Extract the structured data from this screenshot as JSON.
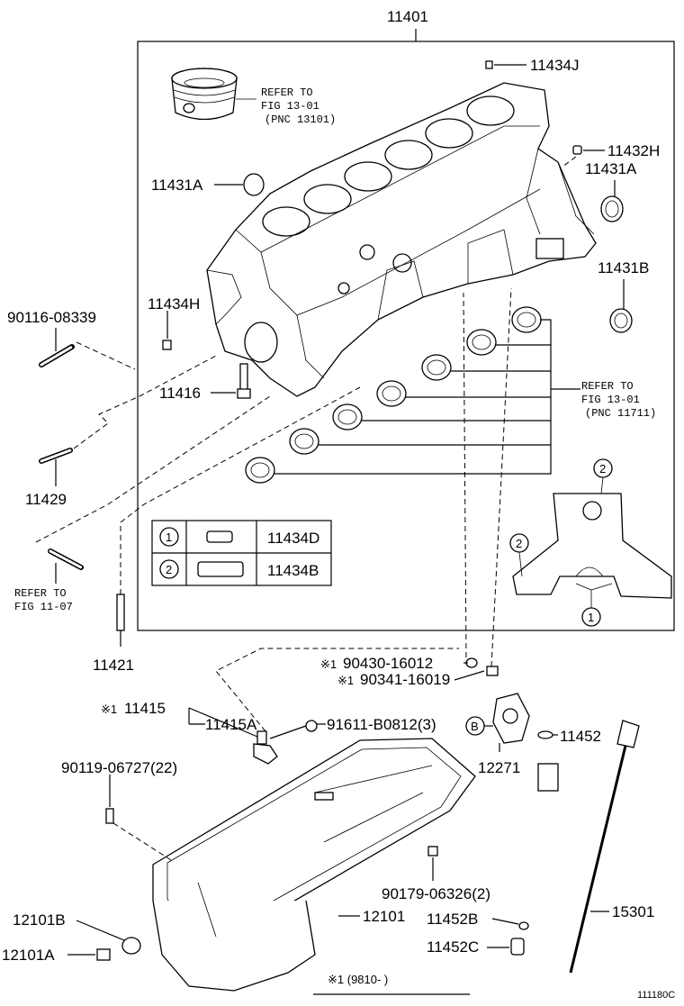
{
  "labels": {
    "p11401": "11401",
    "p11434J": "11434J",
    "p11432H": "11432H",
    "p11431A_right": "11431A",
    "p11431A_left": "11431A",
    "p11431B": "11431B",
    "p11434H": "11434H",
    "p90116": "90116-08339",
    "p11416": "11416",
    "p11429": "11429",
    "p11421": "11421",
    "p90430": "90430-16012",
    "p90341": "90341-16019",
    "p11415": "11415",
    "p11415A": "11415A",
    "p91611": "91611-B0812(3)",
    "p12271": "12271",
    "p11452": "11452",
    "p90119": "90119-06727(22)",
    "p90179": "90179-06326(2)",
    "p12101B": "12101B",
    "p12101": "12101",
    "p11452B": "11452B",
    "p15301": "15301",
    "p12101A": "12101A",
    "p11452C": "11452C",
    "mark_B": "B",
    "star1_a": "※1",
    "star1_b": "※1",
    "star1_c": "※1",
    "footnote": "※1 (9810-      )",
    "fig_code": "111180C"
  },
  "refs": {
    "piston": [
      "REFER TO",
      "FIG 13-01",
      "(PNC 13101)"
    ],
    "bearing": [
      "REFER TO",
      "FIG 13-01",
      "(PNC 11711)"
    ],
    "stud": [
      "REFER TO",
      "FIG 11-07"
    ]
  },
  "legend_table": {
    "rows": [
      {
        "num": "1",
        "part": "11434D"
      },
      {
        "num": "2",
        "part": "11434B"
      }
    ]
  },
  "gasket_callouts": {
    "top": "2",
    "left": "2",
    "bottom": "1"
  }
}
